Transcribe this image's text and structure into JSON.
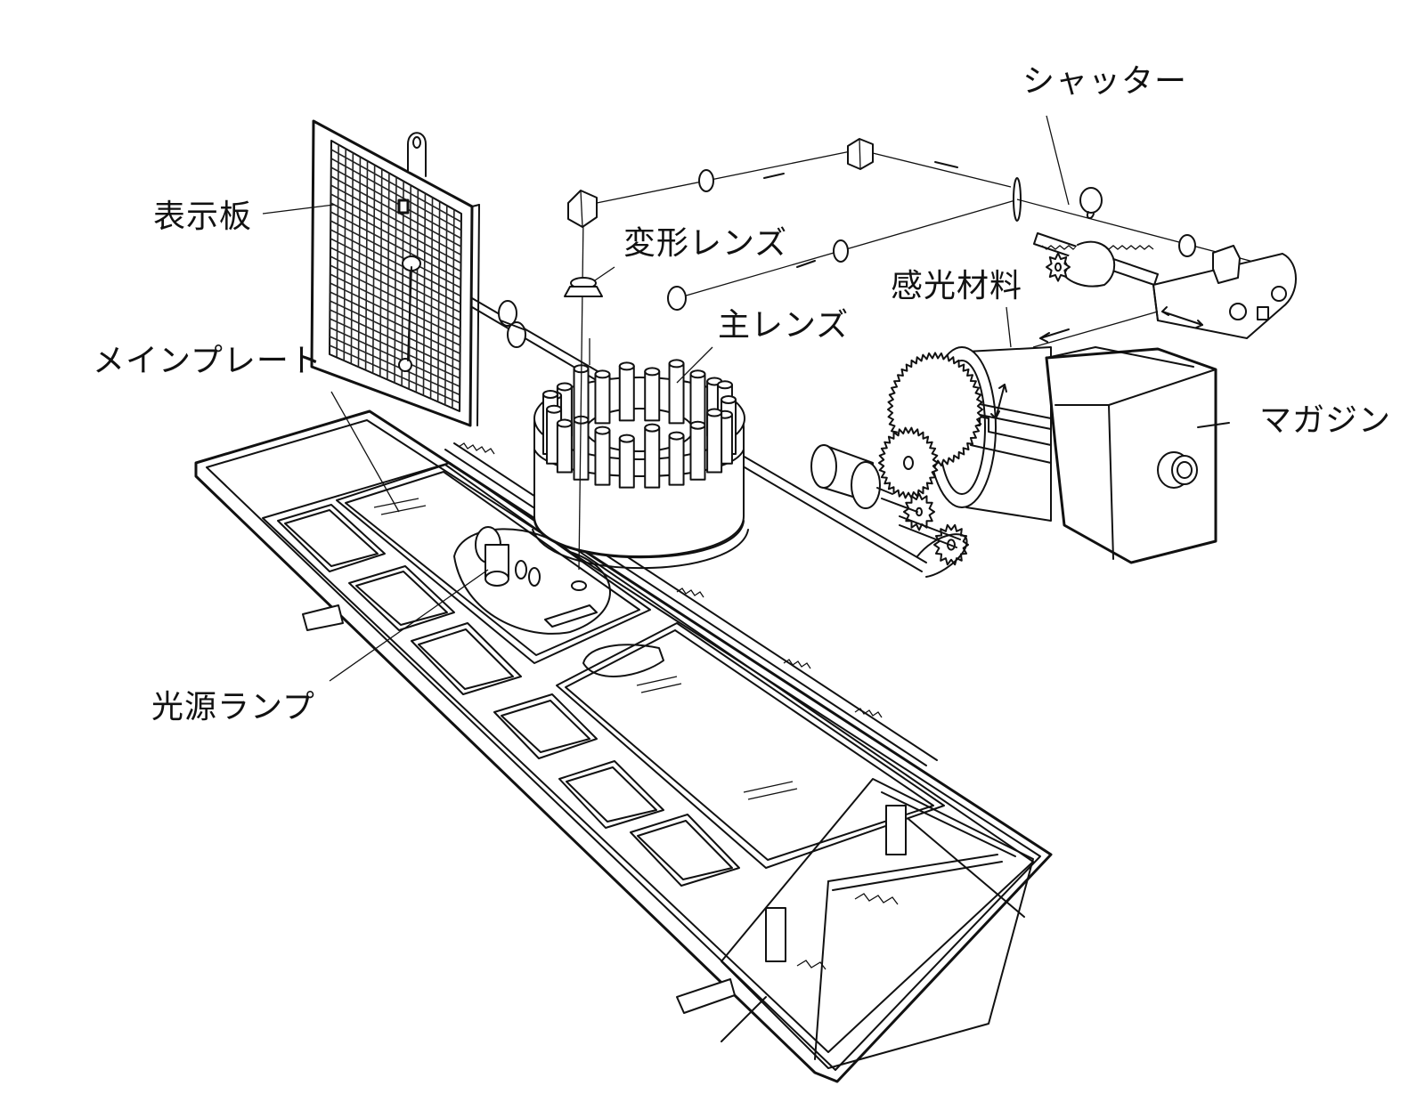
{
  "diagram": {
    "title": "",
    "style": "black line-art exploded mechanical illustration",
    "colors": {
      "line": "#111111",
      "background": "#ffffff"
    },
    "labels": {
      "shutter": "シャッター",
      "display_board": "表示板",
      "anamorphic_lens": "変形レンズ",
      "photosensitive_material": "感光材料",
      "main_lens": "主レンズ",
      "main_plate": "メインプレート",
      "magazine": "マガジン",
      "light_source_lamp": "光源ランプ"
    },
    "components": [
      "display-board",
      "lens-turret",
      "main-plate-frame",
      "light-source-lamp",
      "anamorphic-lens",
      "optical-path-prisms",
      "shutter-assembly",
      "magazine",
      "drive-motor",
      "gear-train"
    ]
  }
}
